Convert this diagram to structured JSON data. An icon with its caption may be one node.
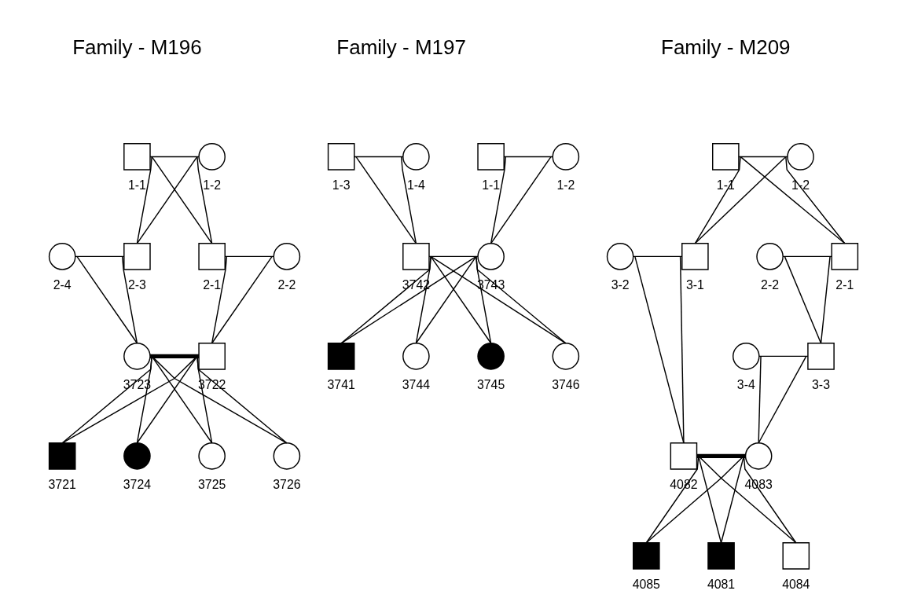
{
  "diagram": {
    "nodes": [
      {
        "text": [],
        "shape": "box",
        "beside": [
          "1-1"
        ]
      },
      {
        "text": [],
        "shape": "circle",
        "beside": [
          "1-2"
        ]
      },
      {
        "text": [],
        "shape": "circle",
        "beside": [
          "2-4"
        ]
      },
      {
        "text": [],
        "shape": "box",
        "beside": [
          "2-3"
        ]
      },
      {
        "text": [],
        "shape": "box",
        "beside": [
          "2-1"
        ]
      },
      {
        "text": [],
        "shape": "circle",
        "beside": [
          "2-2"
        ]
      },
      {
        "text": [],
        "shape": "circle",
        "beside": [
          "3723"
        ]
      },
      {
        "text": [],
        "shape": "box",
        "beside": [
          "3722"
        ]
      },
      {
        "text": [],
        "shape": "block",
        "beside": [
          "3721"
        ]
      },
      {
        "text": [],
        "shape": "dot",
        "beside": [
          "3724"
        ]
      },
      {
        "text": [],
        "shape": "circle",
        "beside": [
          "3725"
        ]
      },
      {
        "text": [],
        "shape": "circle",
        "beside": [
          "3726"
        ]
      },
      {
        "text": [],
        "shape": "box",
        "beside": [
          "1-3"
        ]
      },
      {
        "text": [],
        "shape": "circle",
        "beside": [
          "1-4"
        ]
      },
      {
        "text": [],
        "shape": "box",
        "beside": [
          "1-1"
        ]
      },
      {
        "text": [],
        "shape": "circle",
        "beside": [
          "1-2"
        ]
      },
      {
        "text": [],
        "shape": "box",
        "beside": [
          "3742"
        ]
      },
      {
        "text": [],
        "shape": "circle",
        "beside": [
          "3743"
        ]
      },
      {
        "text": [],
        "shape": "block",
        "beside": [
          "3741"
        ]
      },
      {
        "text": [],
        "shape": "circle",
        "beside": [
          "3744"
        ]
      },
      {
        "text": [],
        "shape": "dot",
        "beside": [
          "3745"
        ]
      },
      {
        "text": [],
        "shape": "circle",
        "beside": [
          "3746"
        ]
      },
      {
        "text": [],
        "shape": "box",
        "beside": [
          "1-1"
        ]
      },
      {
        "text": [],
        "shape": "circle",
        "beside": [
          "1-2"
        ]
      },
      {
        "text": [],
        "shape": "circle",
        "beside": [
          "3-2"
        ]
      },
      {
        "text": [],
        "shape": "box",
        "beside": [
          "3-1"
        ]
      },
      {
        "text": [],
        "shape": "circle",
        "beside": [
          "2-2"
        ]
      },
      {
        "text": [],
        "shape": "box",
        "beside": [
          "2-1"
        ]
      },
      {
        "text": [],
        "shape": "circle",
        "beside": [
          "3-4"
        ]
      },
      {
        "text": [],
        "shape": "box",
        "beside": [
          "3-3"
        ]
      },
      {
        "text": [],
        "shape": "box",
        "beside": [
          "4082"
        ]
      },
      {
        "text": [],
        "shape": "circle",
        "beside": [
          "4083"
        ]
      },
      {
        "text": [],
        "shape": "block",
        "beside": [
          "4081"
        ]
      },
      {
        "text": [],
        "shape": "box",
        "beside": [
          "4084"
        ]
      },
      {
        "text": [],
        "shape": "block",
        "beside": [
          "4085"
        ]
      }
    ],
    "edges": [
      {
        "from": 0,
        "to": 1,
        "arrow": "none"
      },
      {
        "from": 0,
        "to": 3,
        "arrow": "none"
      },
      {
        "from": 1,
        "to": 3,
        "arrow": "none"
      },
      {
        "from": 0,
        "to": 4,
        "arrow": "none"
      },
      {
        "from": 1,
        "to": 4,
        "arrow": "none"
      },
      {
        "from": 2,
        "to": 3,
        "arrow": "none"
      },
      {
        "from": 4,
        "to": 5,
        "arrow": "none"
      },
      {
        "from": 2,
        "to": 6,
        "arrow": "none"
      },
      {
        "from": 3,
        "to": 6,
        "arrow": "none"
      },
      {
        "from": 4,
        "to": 7,
        "arrow": "none"
      },
      {
        "from": 5,
        "to": 7,
        "arrow": "none"
      },
      {
        "from": 6,
        "to": 7,
        "arrow": "none",
        "style": "thick"
      },
      {
        "from": 6,
        "to": 8,
        "arrow": "none"
      },
      {
        "from": 7,
        "to": 8,
        "arrow": "none"
      },
      {
        "from": 6,
        "to": 9,
        "arrow": "none"
      },
      {
        "from": 7,
        "to": 9,
        "arrow": "none"
      },
      {
        "from": 6,
        "to": 10,
        "arrow": "none"
      },
      {
        "from": 7,
        "to": 10,
        "arrow": "none"
      },
      {
        "from": 6,
        "to": 11,
        "arrow": "none"
      },
      {
        "from": 7,
        "to": 11,
        "arrow": "none"
      },
      {
        "from": 12,
        "to": 13,
        "arrow": "none"
      },
      {
        "from": 14,
        "to": 15,
        "arrow": "none"
      },
      {
        "from": 12,
        "to": 16,
        "arrow": "none"
      },
      {
        "from": 13,
        "to": 16,
        "arrow": "none"
      },
      {
        "from": 14,
        "to": 17,
        "arrow": "none"
      },
      {
        "from": 15,
        "to": 17,
        "arrow": "none"
      },
      {
        "from": 16,
        "to": 17,
        "arrow": "none"
      },
      {
        "from": 16,
        "to": 18,
        "arrow": "none"
      },
      {
        "from": 17,
        "to": 18,
        "arrow": "none"
      },
      {
        "from": 16,
        "to": 19,
        "arrow": "none"
      },
      {
        "from": 17,
        "to": 19,
        "arrow": "none"
      },
      {
        "from": 16,
        "to": 20,
        "arrow": "none"
      },
      {
        "from": 17,
        "to": 20,
        "arrow": "none"
      },
      {
        "from": 16,
        "to": 21,
        "arrow": "none"
      },
      {
        "from": 17,
        "to": 21,
        "arrow": "none"
      },
      {
        "from": 22,
        "to": 23,
        "arrow": "none"
      },
      {
        "from": 22,
        "to": 25,
        "arrow": "none"
      },
      {
        "from": 23,
        "to": 25,
        "arrow": "none"
      },
      {
        "from": 22,
        "to": 27,
        "arrow": "none"
      },
      {
        "from": 23,
        "to": 27,
        "arrow": "none"
      },
      {
        "from": 24,
        "to": 25,
        "arrow": "none"
      },
      {
        "from": 26,
        "to": 27,
        "arrow": "none"
      },
      {
        "from": 26,
        "to": 29,
        "arrow": "none"
      },
      {
        "from": 27,
        "to": 29,
        "arrow": "none"
      },
      {
        "from": 28,
        "to": 29,
        "arrow": "none"
      },
      {
        "from": 24,
        "to": 30,
        "arrow": "none"
      },
      {
        "from": 25,
        "to": 30,
        "arrow": "none"
      },
      {
        "from": 28,
        "to": 31,
        "arrow": "none"
      },
      {
        "from": 29,
        "to": 31,
        "arrow": "none"
      },
      {
        "from": 30,
        "to": 31,
        "arrow": "none",
        "style": "thick"
      },
      {
        "from": 30,
        "to": 32,
        "arrow": "none"
      },
      {
        "from": 31,
        "to": 32,
        "arrow": "none"
      },
      {
        "from": 30,
        "to": 33,
        "arrow": "none"
      },
      {
        "from": 31,
        "to": 33,
        "arrow": "none"
      },
      {
        "from": 30,
        "to": 34,
        "arrow": "none"
      },
      {
        "from": 31,
        "to": 34,
        "arrow": "none"
      }
    ],
    "labels": [
      "Family - M196",
      "Family - M197",
      "Family - M209"
    ]
  }
}
